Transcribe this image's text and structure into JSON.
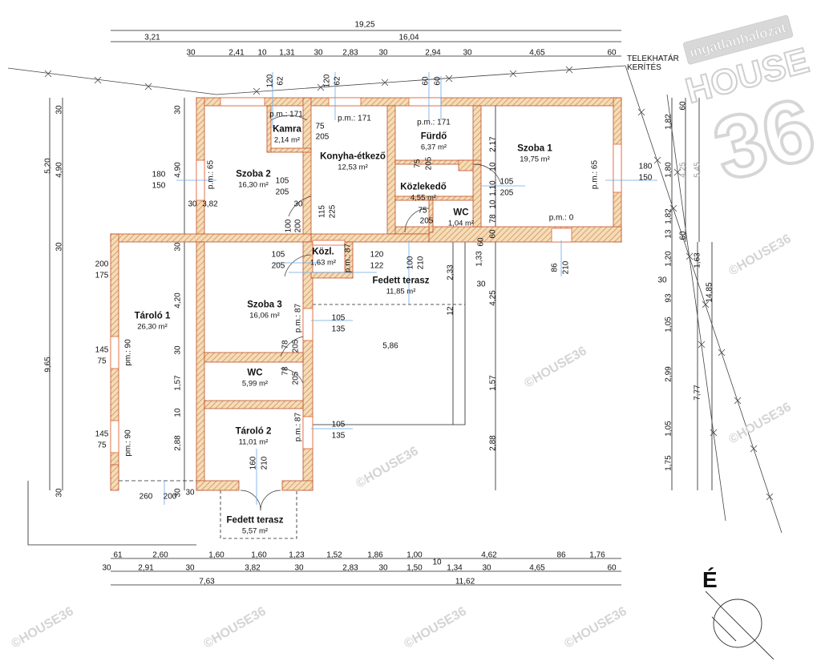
{
  "rooms": [
    {
      "name": "Kamra",
      "area": "2,14 m²"
    },
    {
      "name": "Konyha-étkező",
      "area": "12,53 m²"
    },
    {
      "name": "Fürdő",
      "area": "6,37 m²"
    },
    {
      "name": "Szoba 1",
      "area": "19,75 m²"
    },
    {
      "name": "Szoba 2",
      "area": "16,30 m²"
    },
    {
      "name": "Közlekedő",
      "area": "4,55 m²"
    },
    {
      "name": "WC",
      "area": "1,04 m²"
    },
    {
      "name": "Közl.",
      "area": "1,63 m²"
    },
    {
      "name": "Fedett terasz",
      "area": "11,85 m²"
    },
    {
      "name": "Szoba 3",
      "area": "16,06 m²"
    },
    {
      "name": "Tároló 1",
      "area": "26,30 m²"
    },
    {
      "name": "WC",
      "area": "5,99 m²"
    },
    {
      "name": "Tároló 2",
      "area": "11,01 m²"
    },
    {
      "name": "Fedett terasz",
      "area": "5,57 m²"
    }
  ],
  "dims_top": [
    "19,25",
    "3,21",
    "16,04",
    "30",
    "2,41",
    "10",
    "1,31",
    "30",
    "2,83",
    "30",
    "2,94",
    "30",
    "4,65",
    "60"
  ],
  "dims_bottom": [
    "61",
    "2,60",
    "1,60",
    "1,60",
    "1,23",
    "1,52",
    "1,86",
    "1,00",
    "10",
    "4,62",
    "86",
    "1,76",
    "30",
    "2,91",
    "30",
    "3,82",
    "30",
    "2,83",
    "30",
    "1,50",
    "1,34",
    "30",
    "4,65",
    "60",
    "7,63",
    "11,62"
  ],
  "dims_left": [
    "30",
    "5,20",
    "4,90",
    "30",
    "9,65",
    "30",
    "30",
    "4,90",
    "30",
    "30",
    "4,20",
    "30",
    "1,57",
    "10",
    "2,88",
    "30",
    "200",
    "175",
    "145",
    "75",
    "145",
    "75",
    "180",
    "150"
  ],
  "dims_right": [
    "1,82",
    "1,80",
    "1,82",
    "13",
    "1,20",
    "93",
    "1,05",
    "2,99",
    "1,05",
    "1,75",
    "60",
    "4,25",
    "60",
    "30",
    "5,45",
    "1,63",
    "14,85",
    "7,77",
    "2,17",
    "10",
    "1,10",
    "10",
    "78",
    "60",
    "1,33",
    "4,25",
    "1,57",
    "2,88",
    "2,33",
    "12",
    "180",
    "150",
    "30",
    "60"
  ],
  "openings": [
    "120",
    "62",
    "120",
    "62",
    "60",
    "60",
    "p.m.: 171",
    "p.m.: 171",
    "p.m.: 171",
    "75",
    "205",
    "p.m.: 65",
    "105",
    "205",
    "3,82",
    "30",
    "115",
    "225",
    "75",
    "205",
    "105",
    "205",
    "75",
    "205",
    "p.m.: 65",
    "p.m.: 0",
    "100",
    "200",
    "105",
    "205",
    "p.m.: 87",
    "120",
    "122",
    "100",
    "210",
    "86",
    "210",
    "p.m.: 87",
    "105",
    "135",
    "78",
    "205",
    "78",
    "205",
    "p.m.: 87",
    "105",
    "135",
    "5,86",
    "160",
    "210",
    "pm.: 90",
    "pm.: 90",
    "260",
    "200",
    "30"
  ],
  "fence_label": [
    "TELEKHATÁR",
    "KERÍTÉS"
  ],
  "north_label": "É",
  "watermark": "©HOUSE36",
  "logo": {
    "line1": "ingatlanhálózat",
    "line2": "HOUSE",
    "line3": "36"
  },
  "colors": {
    "wall_fill": "#f6dcb8",
    "wall_hatch": "#c98a4a",
    "wall_outline": "#c0502a",
    "dim_line": "#222",
    "axis_line": "#6aa8e8"
  }
}
